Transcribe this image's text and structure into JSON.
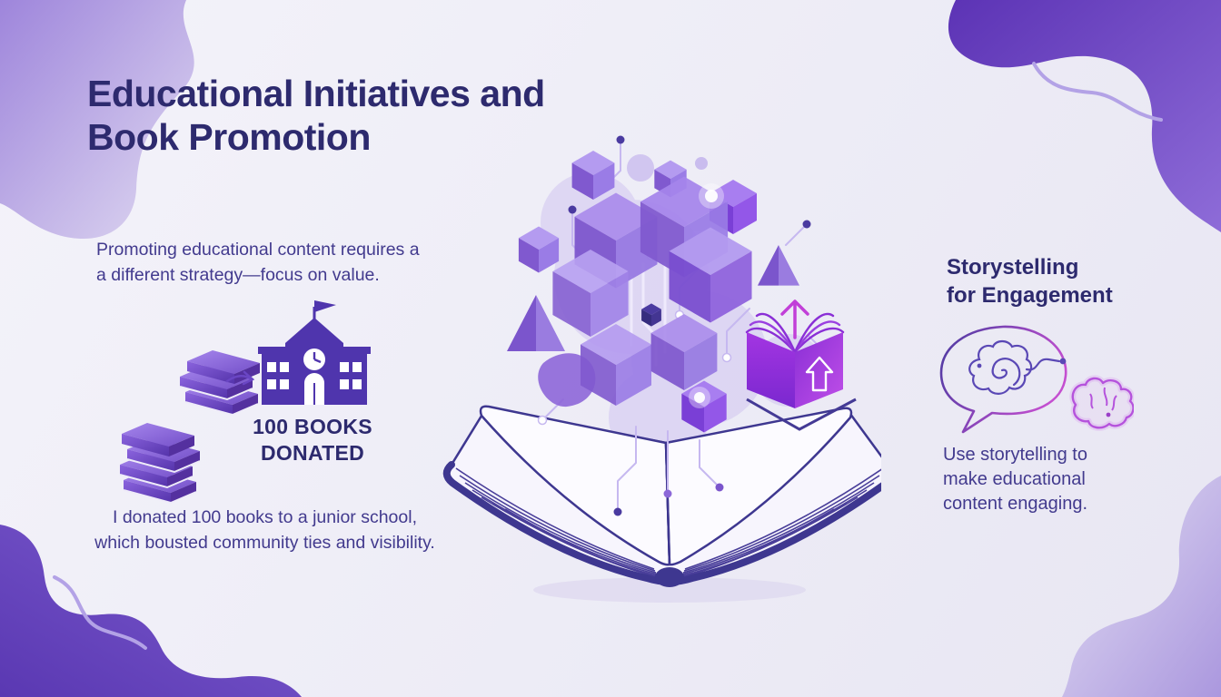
{
  "header": {
    "title_line1": "Educational Initiatives and",
    "title_line2": "Book Promotion"
  },
  "left_panel": {
    "intro_line1": "Promoting educational content requires a",
    "intro_line2": "a different strategy—focus on value.",
    "stat_line1": "100 BOOKS",
    "stat_line2": "DONATED",
    "caption_line1": "I donated 100 books to a junior school,",
    "caption_line2": "which bousted community ties and visibility."
  },
  "right_panel": {
    "heading_line1": "Storystelling",
    "heading_line2": "for Engagement",
    "caption_line1": "Use storytelling to",
    "caption_line2": "make educational",
    "caption_line3": "content engaging."
  },
  "icons": {
    "book_stack": "book-stack-icon",
    "arrow_right": "arrow-right-icon",
    "school": "school-building-icon",
    "knowledge_cubes": "knowledge-cubes-illustration",
    "open_book": "open-book-illustration",
    "upload_book": "book-upload-icon",
    "speech_bubble": "speech-bubble-icon",
    "brain": "brain-icon"
  },
  "colors": {
    "title_text": "#2d2a6e",
    "body_text": "#423a8e",
    "icon_purple": "#4f35ad",
    "accent_purple": "#6a3fc5",
    "magenta": "#b53fe0",
    "lavender": "#cdc2ec",
    "background": "#f0eff7"
  }
}
